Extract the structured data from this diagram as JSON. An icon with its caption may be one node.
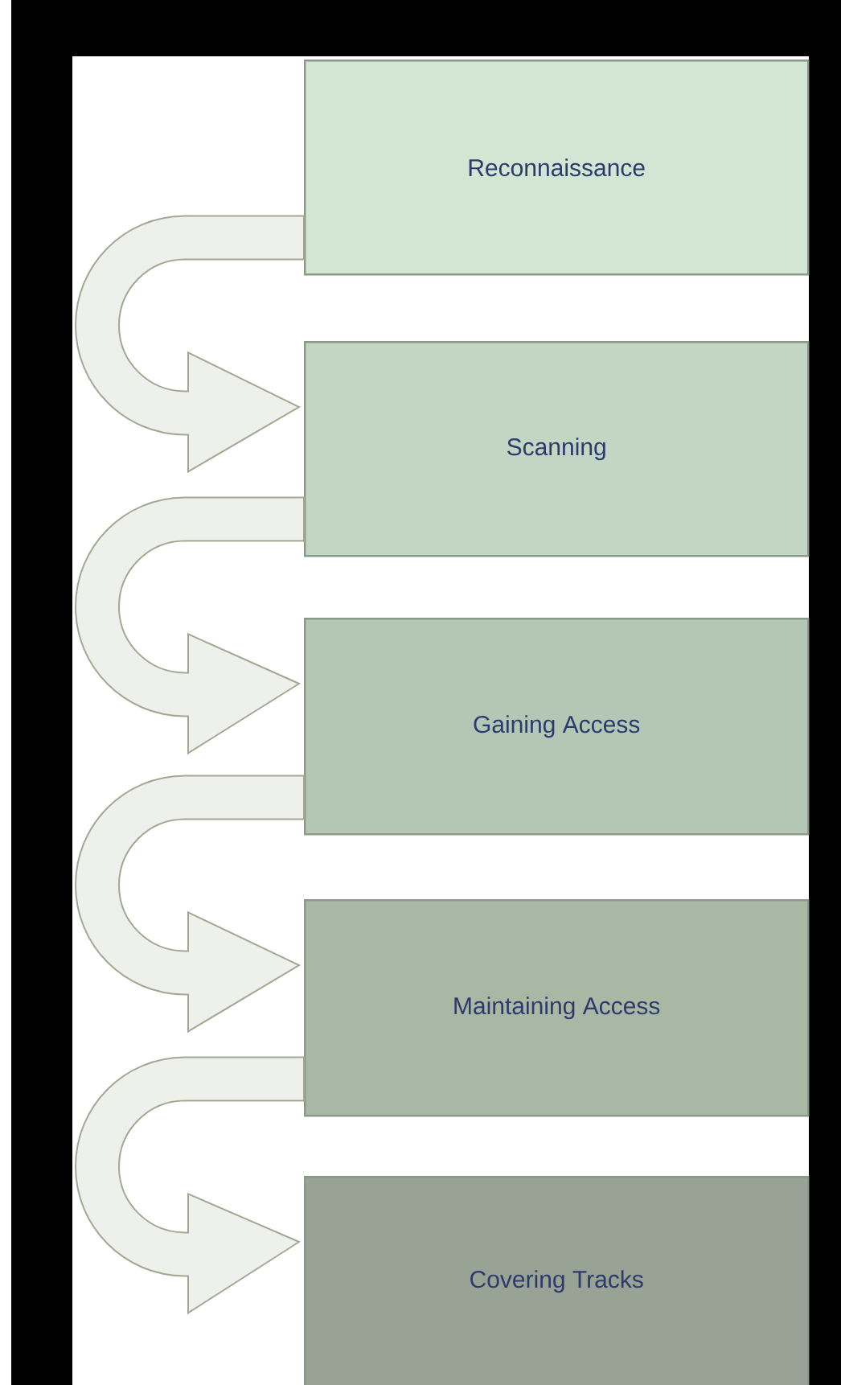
{
  "diagram": {
    "nodes": [
      {
        "text": [
          "Reconnaissance"
        ]
      },
      {
        "text": [
          "Scanning"
        ]
      },
      {
        "text": [
          "Gaining Access"
        ]
      },
      {
        "text": [
          "Maintaining Access"
        ]
      },
      {
        "text": [
          "Covering Tracks"
        ]
      }
    ],
    "edges": [
      {
        "from": 0,
        "to": 1,
        "arrow": "to"
      },
      {
        "from": 1,
        "to": 2,
        "arrow": "to"
      },
      {
        "from": 2,
        "to": 3,
        "arrow": "to"
      },
      {
        "from": 3,
        "to": 4,
        "arrow": "to"
      }
    ]
  }
}
